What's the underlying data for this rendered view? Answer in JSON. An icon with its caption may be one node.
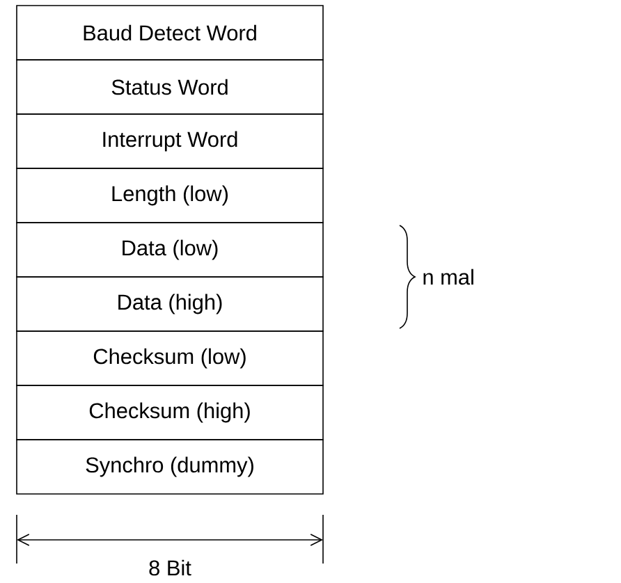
{
  "diagram": {
    "nodes": [
      {
        "text": [
          "Baud Detect Word"
        ]
      },
      {
        "text": [
          "Status Word"
        ]
      },
      {
        "text": [
          "Interrupt Word"
        ]
      },
      {
        "text": [
          "Length (low)"
        ]
      },
      {
        "text": [
          "Data (low)"
        ]
      },
      {
        "text": [
          "Data (high)"
        ]
      },
      {
        "text": [
          "Checksum (low)"
        ]
      },
      {
        "text": [
          "Checksum (high)"
        ]
      },
      {
        "text": [
          "Synchro (dummy)"
        ]
      }
    ],
    "labels": [
      "n mal",
      "8 Bit"
    ]
  }
}
